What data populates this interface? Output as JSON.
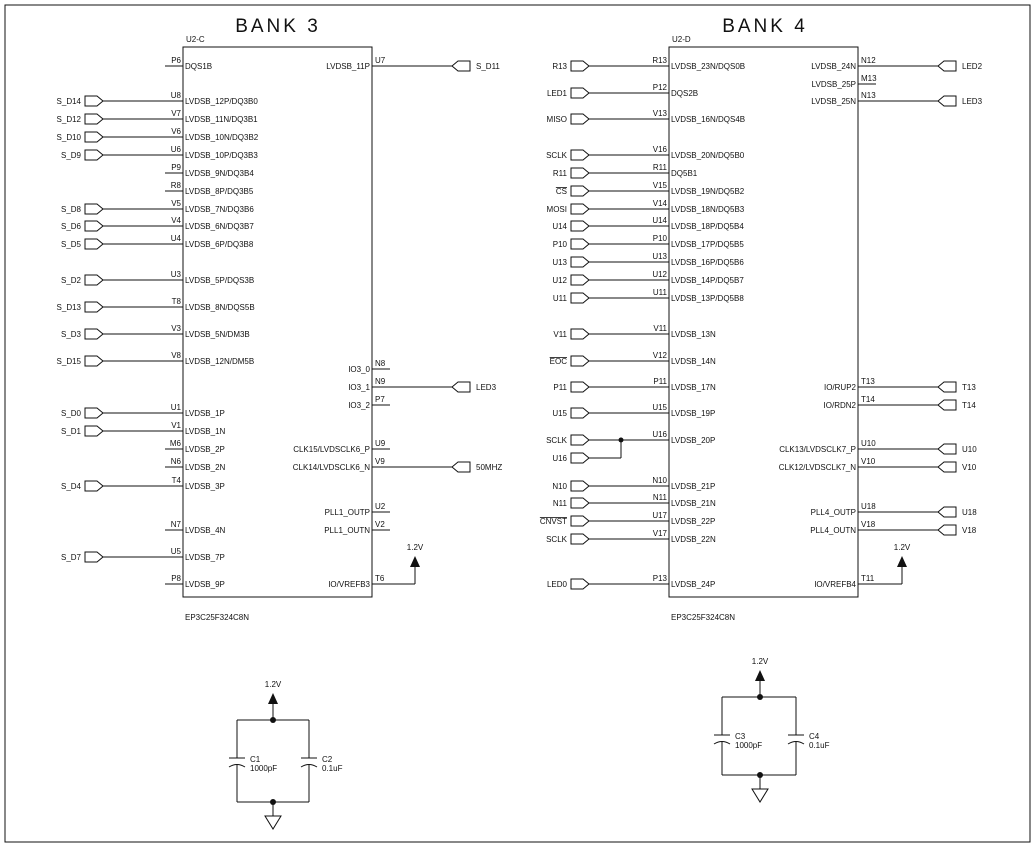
{
  "power_label": "1.2V",
  "banks": [
    {
      "title": "BANK 3",
      "ref": "U2-C",
      "part": "EP3C25F324C8N",
      "vref": {
        "pin": "T6",
        "name": "IO/VREFB3"
      },
      "left": [
        {
          "pin": "P6",
          "name": "DQS1B",
          "net": ""
        },
        {
          "pin": "U8",
          "name": "LVDSB_12P/DQ3B0",
          "net": "S_D14"
        },
        {
          "pin": "V7",
          "name": "LVDSB_11N/DQ3B1",
          "net": "S_D12"
        },
        {
          "pin": "V6",
          "name": "LVDSB_10N/DQ3B2",
          "net": "S_D10"
        },
        {
          "pin": "U6",
          "name": "LVDSB_10P/DQ3B3",
          "net": "S_D9"
        },
        {
          "pin": "P9",
          "name": "LVDSB_9N/DQ3B4",
          "net": ""
        },
        {
          "pin": "R8",
          "name": "LVDSB_8P/DQ3B5",
          "net": ""
        },
        {
          "pin": "V5",
          "name": "LVDSB_7N/DQ3B6",
          "net": "S_D8"
        },
        {
          "pin": "V4",
          "name": "LVDSB_6N/DQ3B7",
          "net": "S_D6"
        },
        {
          "pin": "U4",
          "name": "LVDSB_6P/DQ3B8",
          "net": "S_D5"
        },
        {
          "pin": "U3",
          "name": "LVDSB_5P/DQS3B",
          "net": "S_D2"
        },
        {
          "pin": "T8",
          "name": "LVDSB_8N/DQS5B",
          "net": "S_D13"
        },
        {
          "pin": "V3",
          "name": "LVDSB_5N/DM3B",
          "net": "S_D3"
        },
        {
          "pin": "V8",
          "name": "LVDSB_12N/DM5B",
          "net": "S_D15"
        },
        {
          "pin": "U1",
          "name": "LVDSB_1P",
          "net": "S_D0"
        },
        {
          "pin": "V1",
          "name": "LVDSB_1N",
          "net": "S_D1"
        },
        {
          "pin": "M6",
          "name": "LVDSB_2P",
          "net": ""
        },
        {
          "pin": "N6",
          "name": "LVDSB_2N",
          "net": ""
        },
        {
          "pin": "T4",
          "name": "LVDSB_3P",
          "net": "S_D4"
        },
        {
          "pin": "N7",
          "name": "LVDSB_4N",
          "net": ""
        },
        {
          "pin": "U5",
          "name": "LVDSB_7P",
          "net": "S_D7"
        },
        {
          "pin": "P8",
          "name": "LVDSB_9P",
          "net": ""
        }
      ],
      "right": [
        {
          "pin": "U7",
          "name": "LVDSB_11P",
          "net": "S_D11"
        },
        {
          "pin": "N8",
          "name": "IO3_0",
          "net": ""
        },
        {
          "pin": "N9",
          "name": "IO3_1",
          "net": "LED3"
        },
        {
          "pin": "P7",
          "name": "IO3_2",
          "net": ""
        },
        {
          "pin": "U9",
          "name": "CLK15/LVDSCLK6_P",
          "net": ""
        },
        {
          "pin": "V9",
          "name": "CLK14/LVDSCLK6_N",
          "net": "50MHZ"
        },
        {
          "pin": "U2",
          "name": "PLL1_OUTP",
          "net": ""
        },
        {
          "pin": "V2",
          "name": "PLL1_OUTN",
          "net": ""
        }
      ]
    },
    {
      "title": "BANK 4",
      "ref": "U2-D",
      "part": "EP3C25F324C8N",
      "vref": {
        "pin": "T11",
        "name": "IO/VREFB4"
      },
      "left": [
        {
          "pin": "R13",
          "name": "LVDSB_23N/DQS0B",
          "net": "R13"
        },
        {
          "pin": "P12",
          "name": "DQS2B",
          "net": "LED1"
        },
        {
          "pin": "V13",
          "name": "LVDSB_16N/DQS4B",
          "net": "MISO"
        },
        {
          "pin": "V16",
          "name": "LVDSB_20N/DQ5B0",
          "net": "SCLK"
        },
        {
          "pin": "R11",
          "name": "DQ5B1",
          "net": "R11"
        },
        {
          "pin": "V15",
          "name": "LVDSB_19N/DQ5B2",
          "net": "CS",
          "overbar": true
        },
        {
          "pin": "V14",
          "name": "LVDSB_18N/DQ5B3",
          "net": "MOSI"
        },
        {
          "pin": "U14",
          "name": "LVDSB_18P/DQ5B4",
          "net": "U14"
        },
        {
          "pin": "P10",
          "name": "LVDSB_17P/DQ5B5",
          "net": "P10"
        },
        {
          "pin": "U13",
          "name": "LVDSB_16P/DQ5B6",
          "net": "U13"
        },
        {
          "pin": "U12",
          "name": "LVDSB_14P/DQ5B7",
          "net": "U12"
        },
        {
          "pin": "U11",
          "name": "LVDSB_13P/DQ5B8",
          "net": "U11"
        },
        {
          "pin": "V11",
          "name": "LVDSB_13N",
          "net": "V11"
        },
        {
          "pin": "V12",
          "name": "LVDSB_14N",
          "net": "EOC",
          "overbar": true
        },
        {
          "pin": "P11",
          "name": "LVDSB_17N",
          "net": "P11"
        },
        {
          "pin": "U15",
          "name": "LVDSB_19P",
          "net": "U15"
        },
        {
          "pin": "U16",
          "name": "LVDSB_20P",
          "net": "SCLK",
          "extra_net": "U16"
        },
        {
          "pin": "N10",
          "name": "LVDSB_21P",
          "net": "N10"
        },
        {
          "pin": "N11",
          "name": "LVDSB_21N",
          "net": "N11"
        },
        {
          "pin": "U17",
          "name": "LVDSB_22P",
          "net": "CNVST",
          "overbar": true
        },
        {
          "pin": "V17",
          "name": "LVDSB_22N",
          "net": "SCLK"
        },
        {
          "pin": "P13",
          "name": "LVDSB_24P",
          "net": "LED0"
        }
      ],
      "right": [
        {
          "pin": "N12",
          "name": "LVDSB_24N",
          "net": "LED2"
        },
        {
          "pin": "M13",
          "name": "LVDSB_25P",
          "net": ""
        },
        {
          "pin": "N13",
          "name": "LVDSB_25N",
          "net": "LED3"
        },
        {
          "pin": "T13",
          "name": "IO/RUP2",
          "net": "T13"
        },
        {
          "pin": "T14",
          "name": "IO/RDN2",
          "net": "T14"
        },
        {
          "pin": "U10",
          "name": "CLK13/LVDSCLK7_P",
          "net": "U10"
        },
        {
          "pin": "V10",
          "name": "CLK12/LVDSCLK7_N",
          "net": "V10"
        },
        {
          "pin": "U18",
          "name": "PLL4_OUTP",
          "net": "U18"
        },
        {
          "pin": "V18",
          "name": "PLL4_OUTN",
          "net": "V18"
        }
      ]
    }
  ],
  "capacitors": [
    {
      "ref": "C1",
      "value": "1000pF"
    },
    {
      "ref": "C2",
      "value": "0.1uF"
    },
    {
      "ref": "C3",
      "value": "1000pF"
    },
    {
      "ref": "C4",
      "value": "0.1uF"
    }
  ]
}
